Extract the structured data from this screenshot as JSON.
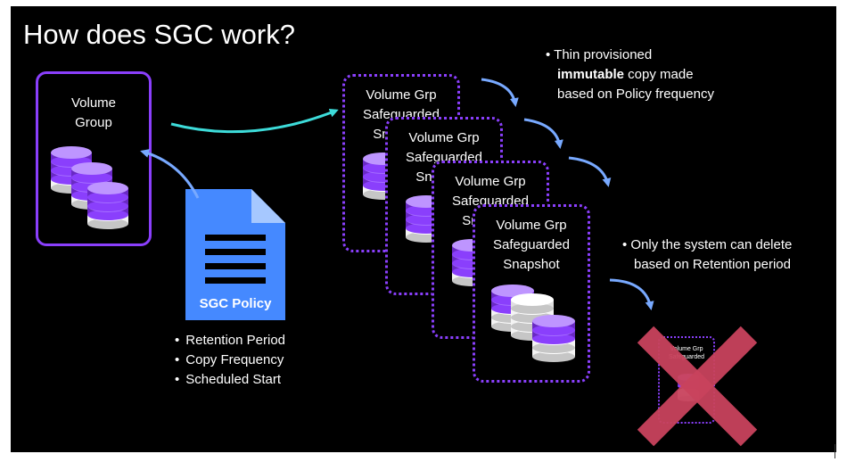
{
  "slide": {
    "title": "How does SGC work?"
  },
  "volume_group": {
    "label_line1": "Volume",
    "label_line2": "Group"
  },
  "policy": {
    "label": "SGC Policy",
    "bullets": [
      "Retention Period",
      "Copy Frequency",
      "Scheduled Start"
    ]
  },
  "snapshots": [
    {
      "line1": "Volume Grp",
      "line2": "Safeguarded",
      "line3": "Snapshot"
    },
    {
      "line1": "Volume Grp",
      "line2": "Safeguarded",
      "line3": "Snapshot"
    },
    {
      "line1": "Volume Grp",
      "line2": "Safeguarded",
      "line3": "Snapshot"
    },
    {
      "line1": "Volume Grp",
      "line2": "Safeguarded",
      "line3": "Snapshot"
    }
  ],
  "notes": {
    "copy_line1": "Thin provisioned",
    "copy_bold": "immutable",
    "copy_line2_rest": " copy made",
    "copy_line3": "based on Policy frequency",
    "delete_line1": "Only the system can delete",
    "delete_line2": "based on Retention period"
  },
  "deleted_snapshot": {
    "line1": "Volume Grp",
    "line2": "Safeguarded"
  },
  "colors": {
    "background": "#000000",
    "purple": "#8a3ffc",
    "policy_blue": "#4589ff",
    "arrow_teal": "#3ddbd9",
    "arrow_blue": "#78a9ff",
    "delete_x": "#c9435d"
  }
}
